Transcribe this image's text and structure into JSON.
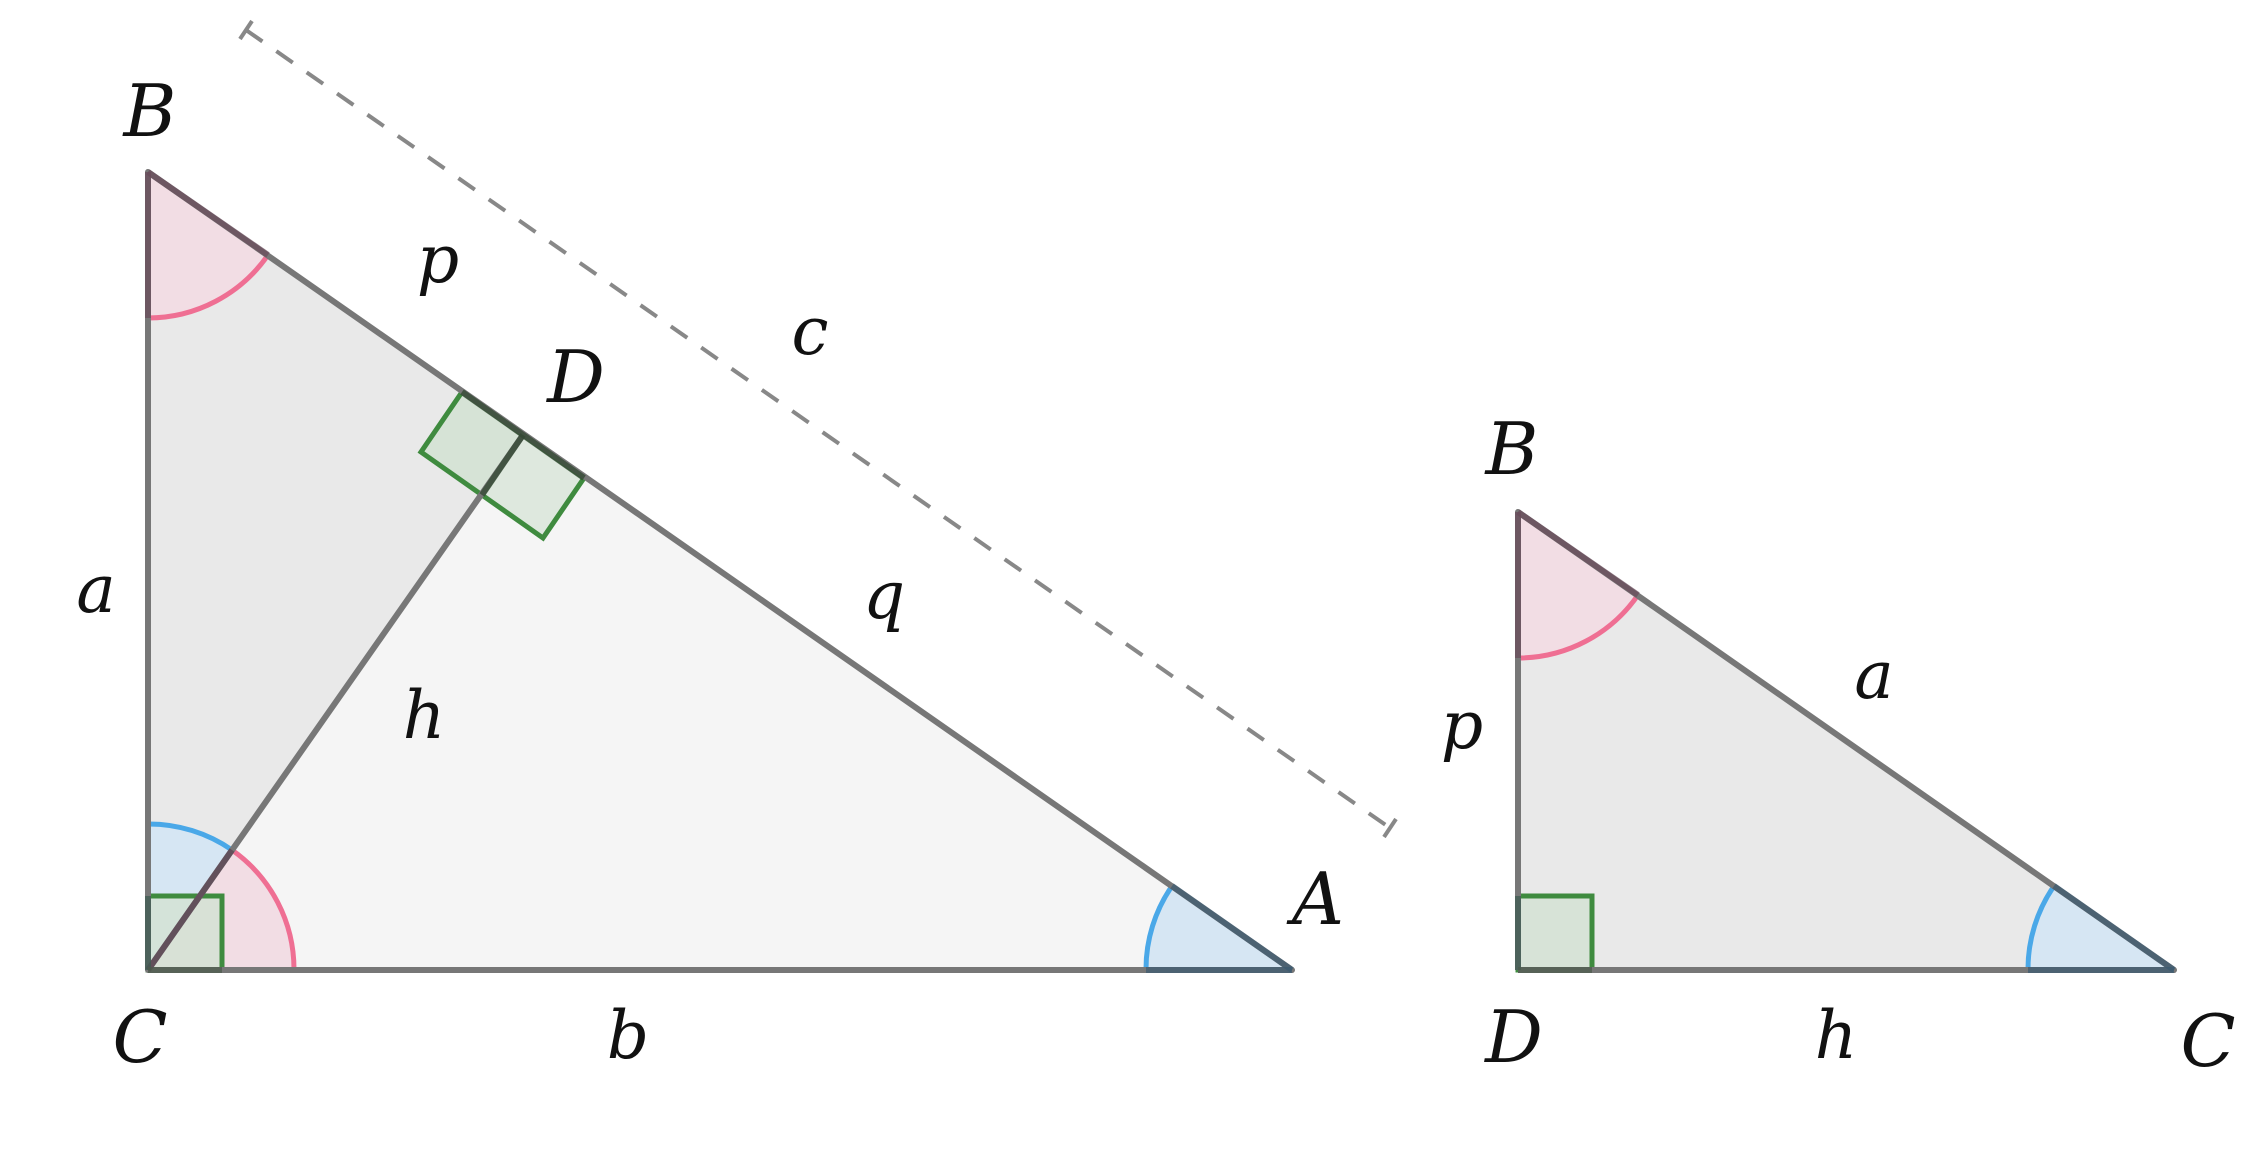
{
  "colors": {
    "outline": "#777777",
    "dash": "#888888",
    "fill_left": "#e9e9e9",
    "fill_right": "#f5f5f5",
    "fill_small": "#e9e9e9",
    "angle_blue": "#4aa8e8",
    "angle_blue_fill": "#d6e6f3",
    "angle_pink": "#ef6f93",
    "angle_pink_fill": "#f2dde4",
    "right_angle": "#3f8b3f",
    "right_angle_fill": "#d4e2d4",
    "vertex_dark": "#5a4050"
  },
  "large_triangle": {
    "vertices": {
      "B": "B",
      "C": "C",
      "A": "A",
      "D": "D"
    },
    "sides": {
      "a": "a",
      "b": "b",
      "c": "c",
      "p": "p",
      "q": "q",
      "h": "h"
    }
  },
  "small_triangle": {
    "vertices": {
      "B": "B",
      "D": "D",
      "C": "C"
    },
    "sides": {
      "p": "p",
      "h": "h",
      "a": "a"
    }
  }
}
